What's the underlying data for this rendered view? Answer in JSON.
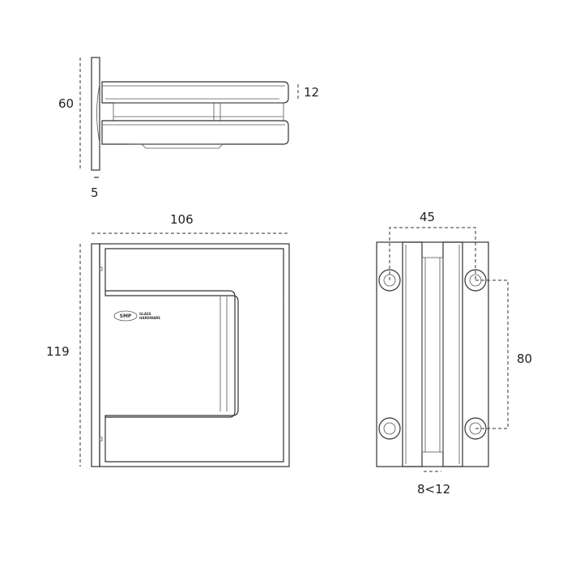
{
  "dimensions": {
    "side_height": "60",
    "side_thickness": "12",
    "plate_thickness": "5",
    "front_width": "106",
    "front_height": "119",
    "hole_spacing_horizontal": "45",
    "hole_spacing_vertical": "80",
    "glass_thickness": "8<12"
  },
  "logo": {
    "mark": "SMP",
    "line1": "GLASS",
    "line2": "HARDWARE"
  }
}
